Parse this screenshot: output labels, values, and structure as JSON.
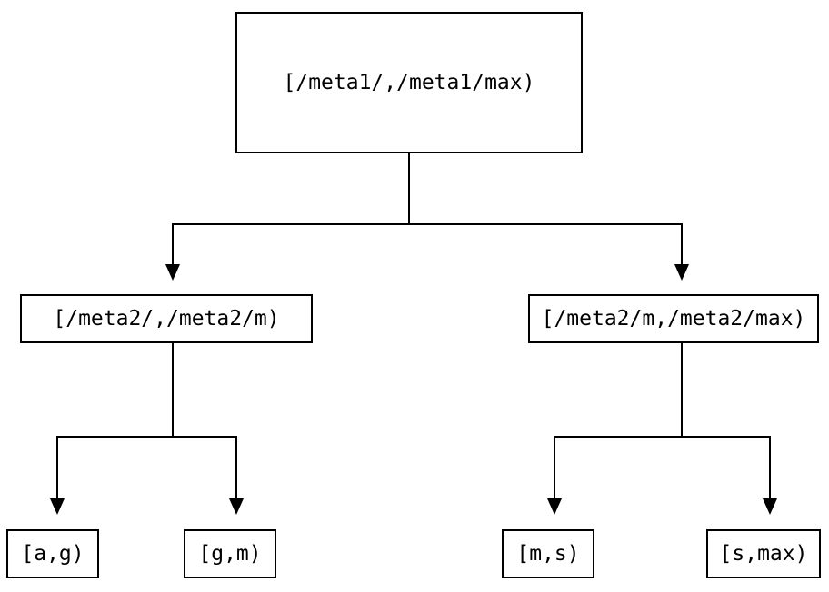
{
  "diagram": {
    "type": "interval-partition-tree",
    "colors": {
      "background": "#ffffff",
      "line": "#000000",
      "box_fill": "#ffffff",
      "box_border": "#000000",
      "text": "#000000"
    },
    "nodes": {
      "root": {
        "label": "[/meta1/,/meta1/max)",
        "level": 0
      },
      "meta2_low": {
        "label": "[/meta2/,/meta2/m)",
        "level": 1
      },
      "meta2_high": {
        "label": "[/meta2/m,/meta2/max)",
        "level": 1
      },
      "leaf_a_g": {
        "label": "[a,g)",
        "level": 2
      },
      "leaf_g_m": {
        "label": "[g,m)",
        "level": 2
      },
      "leaf_m_s": {
        "label": "[m,s)",
        "level": 2
      },
      "leaf_s_max": {
        "label": "[s,max)",
        "level": 2
      }
    },
    "edges": [
      {
        "from": "root",
        "to": "meta2_low"
      },
      {
        "from": "root",
        "to": "meta2_high"
      },
      {
        "from": "meta2_low",
        "to": "leaf_a_g"
      },
      {
        "from": "meta2_low",
        "to": "leaf_g_m"
      },
      {
        "from": "meta2_high",
        "to": "leaf_m_s"
      },
      {
        "from": "meta2_high",
        "to": "leaf_s_max"
      }
    ]
  }
}
